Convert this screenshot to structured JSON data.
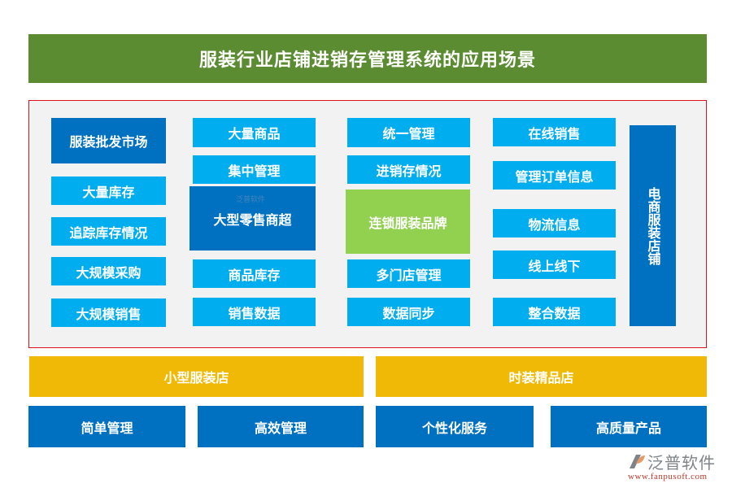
{
  "title": "服装行业店铺进销存管理系统的应用场景",
  "colors": {
    "title_bg": "#5b8c32",
    "frame_bg": "#f2f2f2",
    "frame_border": "#e0101a",
    "light_blue": "#00adef",
    "dark_blue": "#0070c0",
    "green": "#92d050",
    "yellow": "#f0b905"
  },
  "columns": [
    {
      "header": "服装批发市场",
      "items": [
        "大量库存",
        "追踪库存情况",
        "大规模采购",
        "大规模销售"
      ]
    },
    {
      "header": "大型零售商超",
      "items_top": [
        "大量商品",
        "集中管理"
      ],
      "items_bottom": [
        "商品库存",
        "销售数据"
      ]
    },
    {
      "header": "连锁服装品牌",
      "items_top": [
        "统一管理",
        "进销存情况"
      ],
      "items_bottom": [
        "多门店管理",
        "数据同步"
      ]
    },
    {
      "items": [
        "在线销售",
        "管理订单信息",
        "物流信息",
        "线上线下",
        "整合数据"
      ]
    },
    {
      "header": "电商服装店铺"
    }
  ],
  "bottom": {
    "small_store": {
      "label": "小型服装店",
      "items": [
        "简单管理",
        "高效管理"
      ]
    },
    "boutique": {
      "label": "时装精品店",
      "items": [
        "个性化服务",
        "高质量产品"
      ]
    }
  },
  "logo": {
    "name": "泛普软件",
    "url": "www.fanpusoft.com",
    "watermark": "泛普软件"
  }
}
